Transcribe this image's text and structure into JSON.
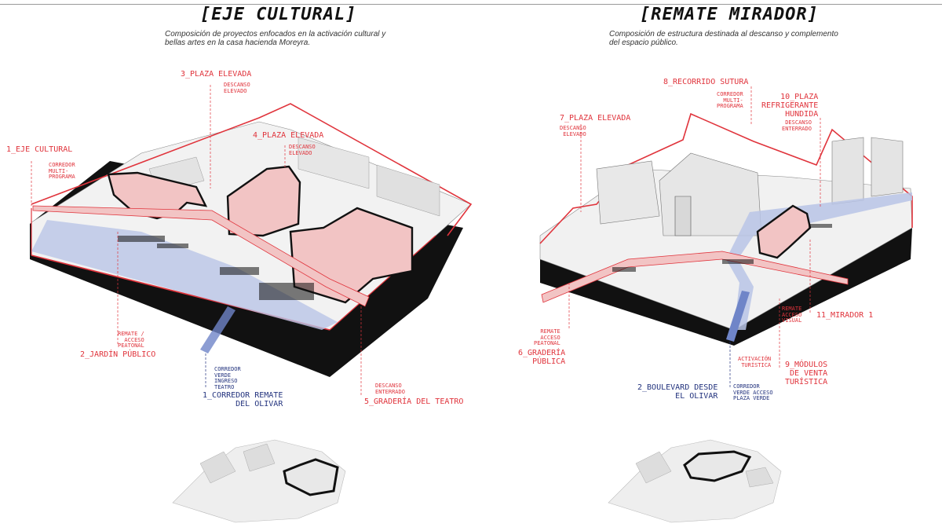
{
  "panels": [
    {
      "title": "[EJE CULTURAL]",
      "subtitle": "Composición de proyectos enfocados en la activación cultural y bellas artes en la casa hacienda Moreyra.",
      "labels": {
        "eje_cultural": "1_EJE CULTURAL",
        "corredor_multi": "CORREDOR\nMULTI-\nPROGRAMA",
        "plaza3": "3_PLAZA ELEVADA",
        "plaza3_note": "DESCANSO\nELEVADO",
        "plaza4": "4_PLAZA ELEVADA",
        "plaza4_note": "DESCANSO\nELEVADO",
        "remate": "REMATE /\nACCESO\nPEATONAL",
        "jardin": "2_JARDÍN PÚBLICO",
        "corredor_note": "CORREDOR\nVERDE\nINGRESO\nTEATRO",
        "corredor": "1_CORREDOR REMATE\nDEL OLIVAR",
        "descanso_enterrado": "DESCANSO\nENTERRADO",
        "graderia": "5_GRADERÍA DEL TEATRO"
      }
    },
    {
      "title": "[REMATE MIRADOR]",
      "subtitle": "Composición de estructura destinada al descanso y complemento del espacio público.",
      "labels": {
        "recorrido": "8_RECORRIDO SUTURA",
        "corredor_multi": "CORREDOR\nMULTI-\nPROGRAMA",
        "plaza10": "10_PLAZA\nREFRIGERANTE\nHUNDIDA",
        "plaza10_note": "DESCANSO\nENTERRADO",
        "plaza7": "7_PLAZA ELEVADA",
        "plaza7_note": "DESCANSO\nELEVADO",
        "remate_acceso": "REMATE\nACCESO\nPEATONAL",
        "graderia": "6_GRADERÍA\nPÚBLICA",
        "remate_visual": "REMATE\nACCESO\nVISUAL",
        "mirador": "11_MIRADOR 1",
        "activacion": "ACTIVACIÓN\nTURÍSTICA",
        "modulos": "9_MÓDULOS\nDE VENTA\nTURÍSTICA",
        "boulevard": "2_BOULEVARD DESDE\nEL OLIVAR",
        "boulevard_note": "CORREDOR\nVERDE ACCESO\nPLAZA VERDE"
      }
    }
  ],
  "colors": {
    "red": "#e0343c",
    "blue": "#23337e",
    "pink": "#f2c4c4",
    "lightblue": "#9fb0dc"
  }
}
